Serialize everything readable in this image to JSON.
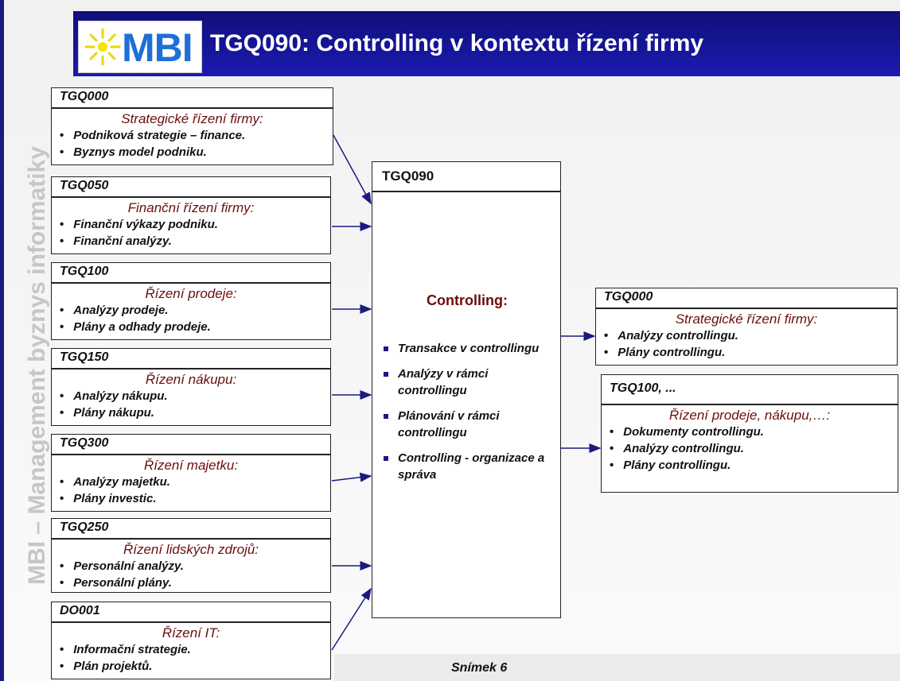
{
  "title": "TGQ090: Controlling v kontextu řízení firmy",
  "logo": {
    "text": "MBI"
  },
  "watermark": "MBI – Management byznys informatiky",
  "inputs": [
    {
      "code": "TGQ000",
      "heading": "Strategické řízení firmy:",
      "items": [
        "Podniková strategie – finance.",
        "Byznys model podniku."
      ]
    },
    {
      "code": "TGQ050",
      "heading": "Finanční řízení firmy:",
      "items": [
        "Finanční výkazy podniku.",
        "Finanční analýzy."
      ]
    },
    {
      "code": "TGQ100",
      "heading": "Řízení prodeje:",
      "items": [
        "Analýzy prodeje.",
        "Plány a odhady prodeje."
      ]
    },
    {
      "code": "TGQ150",
      "heading": "Řízení nákupu:",
      "items": [
        "Analýzy nákupu.",
        "Plány nákupu."
      ]
    },
    {
      "code": "TGQ300",
      "heading": "Řízení majetku:",
      "items": [
        "Analýzy majetku.",
        "Plány investic."
      ]
    },
    {
      "code": "TGQ250",
      "heading": "Řízení lidských zdrojů:",
      "items": [
        "Personální analýzy.",
        "Personální plány."
      ]
    },
    {
      "code": "DO001",
      "heading": "Řízení IT:",
      "items": [
        "Informační strategie.",
        "Plán projektů."
      ]
    }
  ],
  "center": {
    "code": "TGQ090",
    "title": "Controlling:",
    "items": [
      "Transakce v controllingu",
      "Analýzy v rámci controllingu",
      "Plánování v rámci controllingu",
      "Controlling - organizace a správa"
    ]
  },
  "outputs": [
    {
      "code": "TGQ000",
      "heading": "Strategické řízení firmy:",
      "items": [
        "Analýzy controllingu.",
        "Plány controllingu."
      ]
    },
    {
      "code": "TGQ100, ...",
      "heading": "Řízení prodeje, nákupu,…:",
      "items": [
        "Dokumenty controllingu.",
        "Analýzy controllingu.",
        "Plány controllingu."
      ]
    }
  ],
  "footer": "Snímek  6",
  "colors": {
    "banner": "#1414a0",
    "heading": "#6b0d0d",
    "arrow": "#1a1a80",
    "logo": "#1e6fd9"
  }
}
